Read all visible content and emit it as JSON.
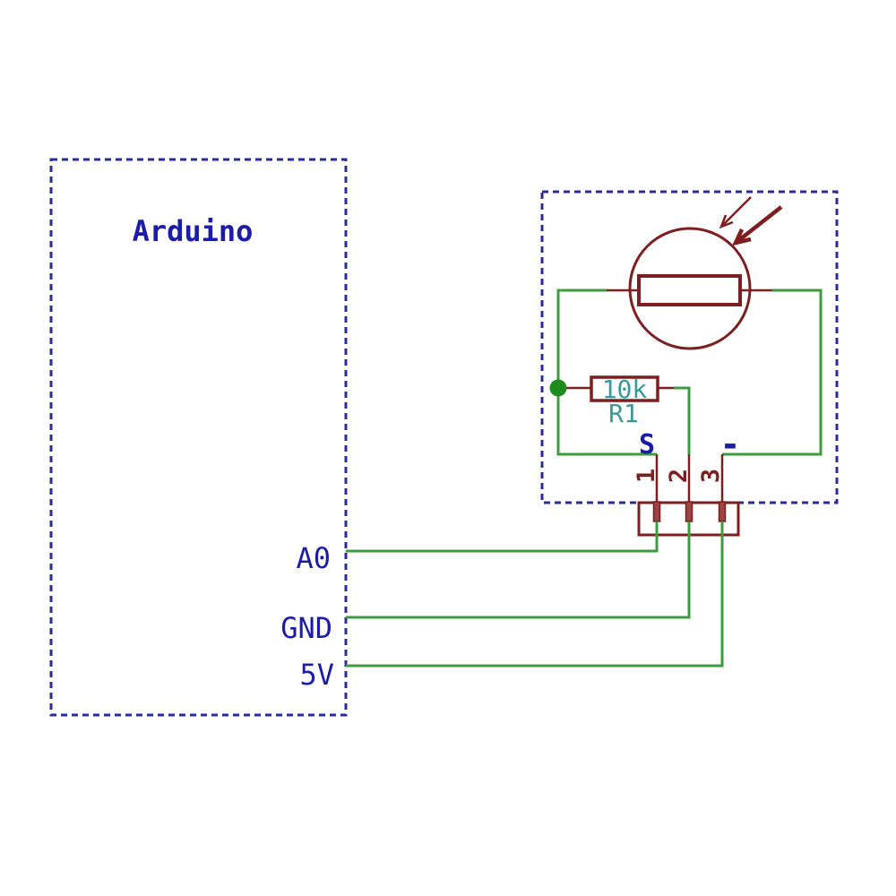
{
  "colors": {
    "wire_green": "#3f9b3f",
    "junction_green": "#1f8b1f",
    "component_red": "#7d1f1f",
    "box_dash_blue": "#2b2b9e",
    "label_blue": "#1c1caa",
    "value_teal": "#3a9a9a",
    "background": "#ffffff"
  },
  "arduino": {
    "label": "Arduino",
    "pins": [
      {
        "label": "A0"
      },
      {
        "label": "GND"
      },
      {
        "label": "5V"
      }
    ]
  },
  "sensor": {
    "resistor_value": "10k",
    "resistor_name": "R1",
    "signal_label": "S",
    "minus_label": "-",
    "connector_pins": [
      {
        "number": "1"
      },
      {
        "number": "2"
      },
      {
        "number": "3"
      }
    ]
  }
}
